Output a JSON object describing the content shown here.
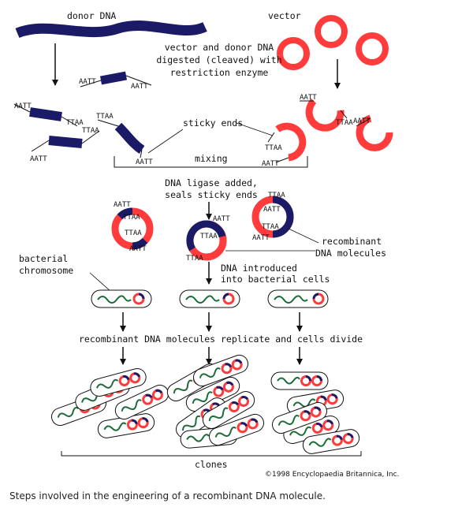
{
  "labels": {
    "donor_dna": "donor DNA",
    "vector": "vector",
    "digest_line1": "vector and donor DNA",
    "digest_line2": "digested (cleaved) with",
    "digest_line3": "restriction enzyme",
    "sticky_ends": "sticky ends",
    "mixing": "mixing",
    "ligase_line1": "DNA ligase added,",
    "ligase_line2": "seals sticky ends",
    "recombinant_line1": "recombinant",
    "recombinant_line2": "DNA molecules",
    "bacterial_line1": "bacterial",
    "bacterial_line2": "chromosome",
    "introduced_line1": "DNA introduced",
    "introduced_line2": "into bacterial cells",
    "replicate": "recombinant DNA molecules replicate and cells divide",
    "clones": "clones",
    "copyright": "©1998 Encyclopaedia Britannica, Inc."
  },
  "sequences": {
    "aatt": "AATT",
    "ttaa": "TTAA"
  },
  "caption": "Steps involved in the engineering of a recombinant DNA molecule.",
  "colors": {
    "donor": "#1a1a66",
    "vector": "#ff3b3b",
    "chromosome": "#1e6b3a",
    "line": "#111111"
  }
}
